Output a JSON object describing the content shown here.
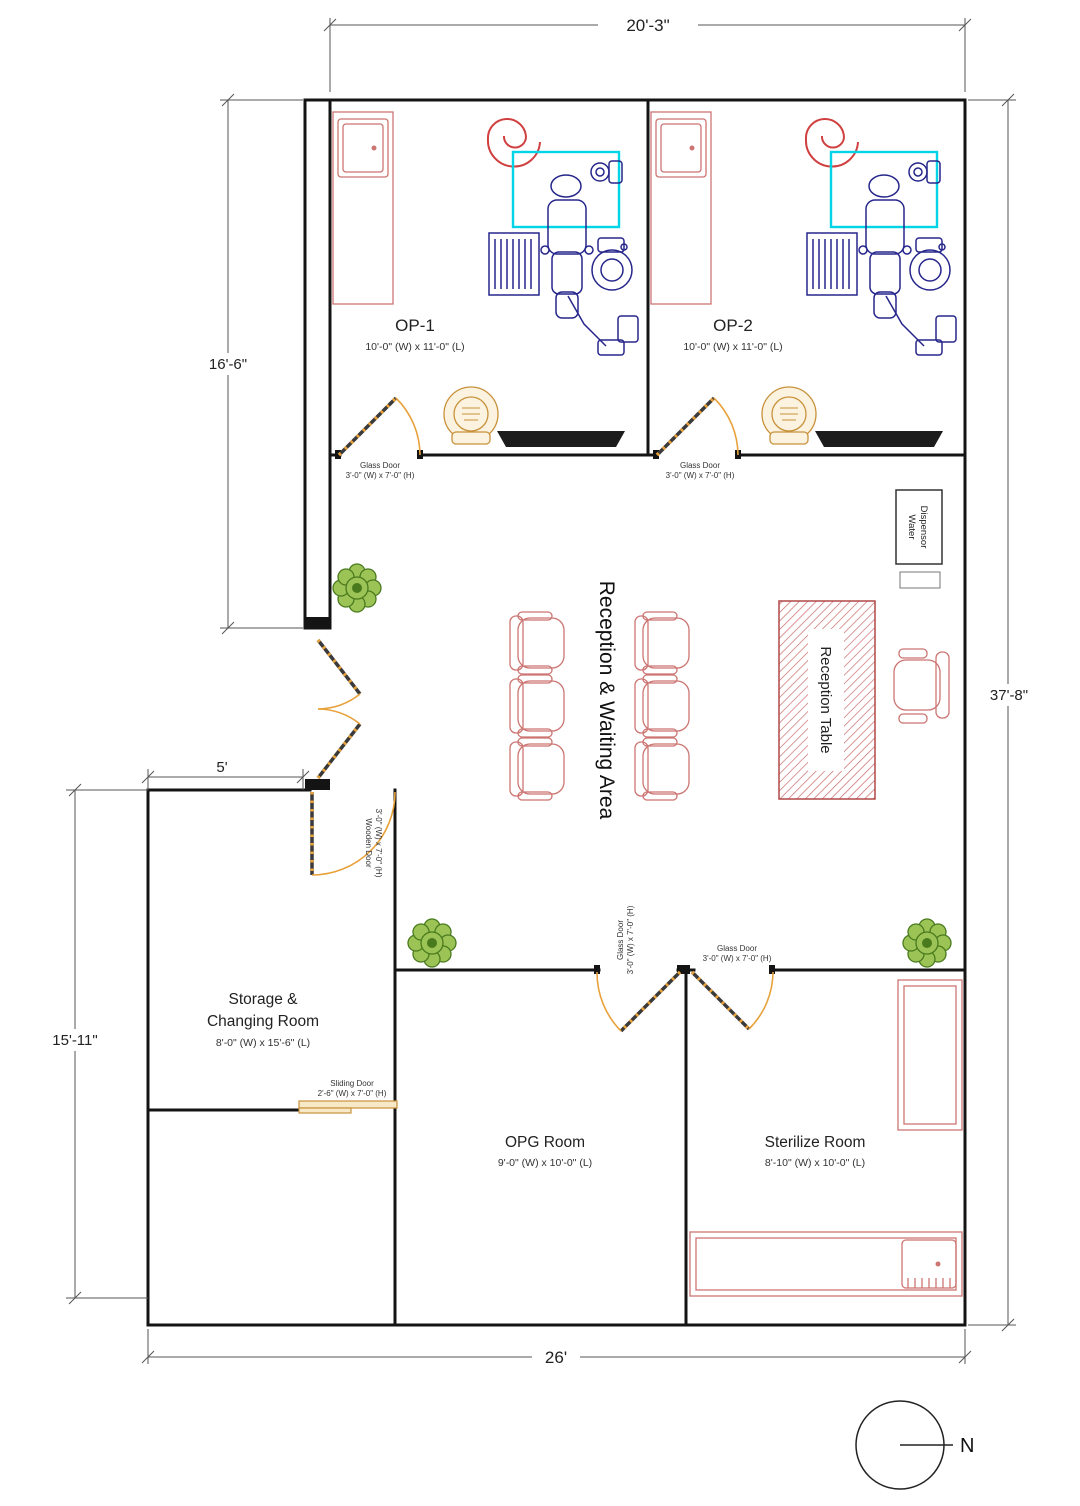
{
  "plan": {
    "dimensions": {
      "top": "20'-3\"",
      "left_upper": "16'-6\"",
      "right": "37'-8\"",
      "storage_top": "5'",
      "left_lower": "15'-11\"",
      "bottom": "26'"
    },
    "rooms": {
      "op1": {
        "name": "OP-1",
        "size": "10'-0\" (W) x 11'-0\" (L)"
      },
      "op2": {
        "name": "OP-2",
        "size": "10'-0\" (W) x 11'-0\" (L)"
      },
      "reception": {
        "name": "Reception & Waiting Area"
      },
      "storage": {
        "name1": "Storage &",
        "name2": "Changing Room",
        "size": "8'-0\" (W) x 15'-6\" (L)"
      },
      "opg": {
        "name": "OPG Room",
        "size": "9'-0\" (W) x 10'-0\" (L)"
      },
      "sterilize": {
        "name": "Sterilize Room",
        "size": "8'-10\" (W) x 10'-0\" (L)"
      }
    },
    "doors": {
      "op1_glass": {
        "name": "Glass Door",
        "size": "3'-0\" (W) x 7'-0\" (H)"
      },
      "op2_glass": {
        "name": "Glass Door",
        "size": "3'-0\" (W) x 7'-0\" (H)"
      },
      "wooden": {
        "name": "Wooden Door",
        "size": "3'-0\" (W) x 7'-0\" (H)"
      },
      "sliding": {
        "name": "Sliding Door",
        "size": "2'-6\" (W) x 7'-0\" (H)"
      },
      "opg_glass": {
        "name": "Glass Door",
        "size": "3'-0\" (W) x 7'-0\" (H)"
      },
      "sterilize_glass": {
        "name": "Glass Door",
        "size": "3'-0\" (W) x 7'-0\" (H)"
      }
    },
    "furniture": {
      "reception_table": "Reception Table",
      "water_dispenser1": "Water",
      "water_dispenser2": "Dispensor"
    },
    "compass": {
      "north": "N"
    }
  },
  "colors": {
    "wall": "#141414",
    "dim": "#555555",
    "red": "#cc7572",
    "navy": "#26268c",
    "cyan": "#00d4e6",
    "door": "#e8a23c",
    "lamp": "#d04040",
    "tan": "#c8913a",
    "plant_light": "#9cc355",
    "plant_dark": "#4a7a1e",
    "hatch": "#c96a6a",
    "table_border": "#b04848",
    "bench": "#1c1c1c"
  }
}
